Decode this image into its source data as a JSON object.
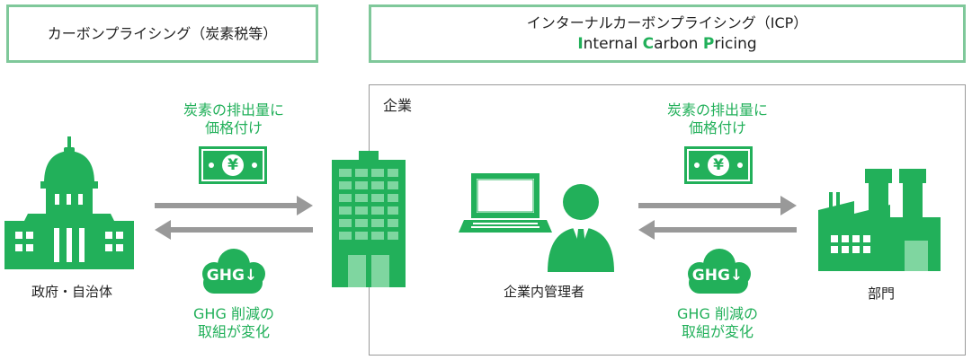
{
  "header_left": {
    "title": "カーボンプライシング（炭素税等）"
  },
  "header_right": {
    "title": "インターナルカーボンプライシング（ICP）",
    "subtitle_parts": [
      {
        "text": "I",
        "highlight": true
      },
      {
        "text": "nternal ",
        "highlight": false
      },
      {
        "text": "C",
        "highlight": true
      },
      {
        "text": "arbon ",
        "highlight": false
      },
      {
        "text": "P",
        "highlight": true
      },
      {
        "text": "ricing",
        "highlight": false
      }
    ]
  },
  "company_box": {
    "label": "企業"
  },
  "left_flow": {
    "pricing_line1": "炭素の排出量に",
    "pricing_line2": "価格付け",
    "yen_symbol": "¥",
    "cloud_text": "GHG↓",
    "effect_line1": "GHG 削減の",
    "effect_line2": "取組が変化"
  },
  "right_flow": {
    "pricing_line1": "炭素の排出量に",
    "pricing_line2": "価格付け",
    "yen_symbol": "¥",
    "cloud_text": "GHG↓",
    "effect_line1": "GHG 削減の",
    "effect_line2": "取組が変化"
  },
  "actors": {
    "government": "政府・自治体",
    "manager": "企業内管理者",
    "department": "部門"
  },
  "colors": {
    "green": "#22b05a",
    "light_green": "#7fc89a",
    "arrow_gray": "#999999",
    "border_gray": "#9a9a9a"
  }
}
